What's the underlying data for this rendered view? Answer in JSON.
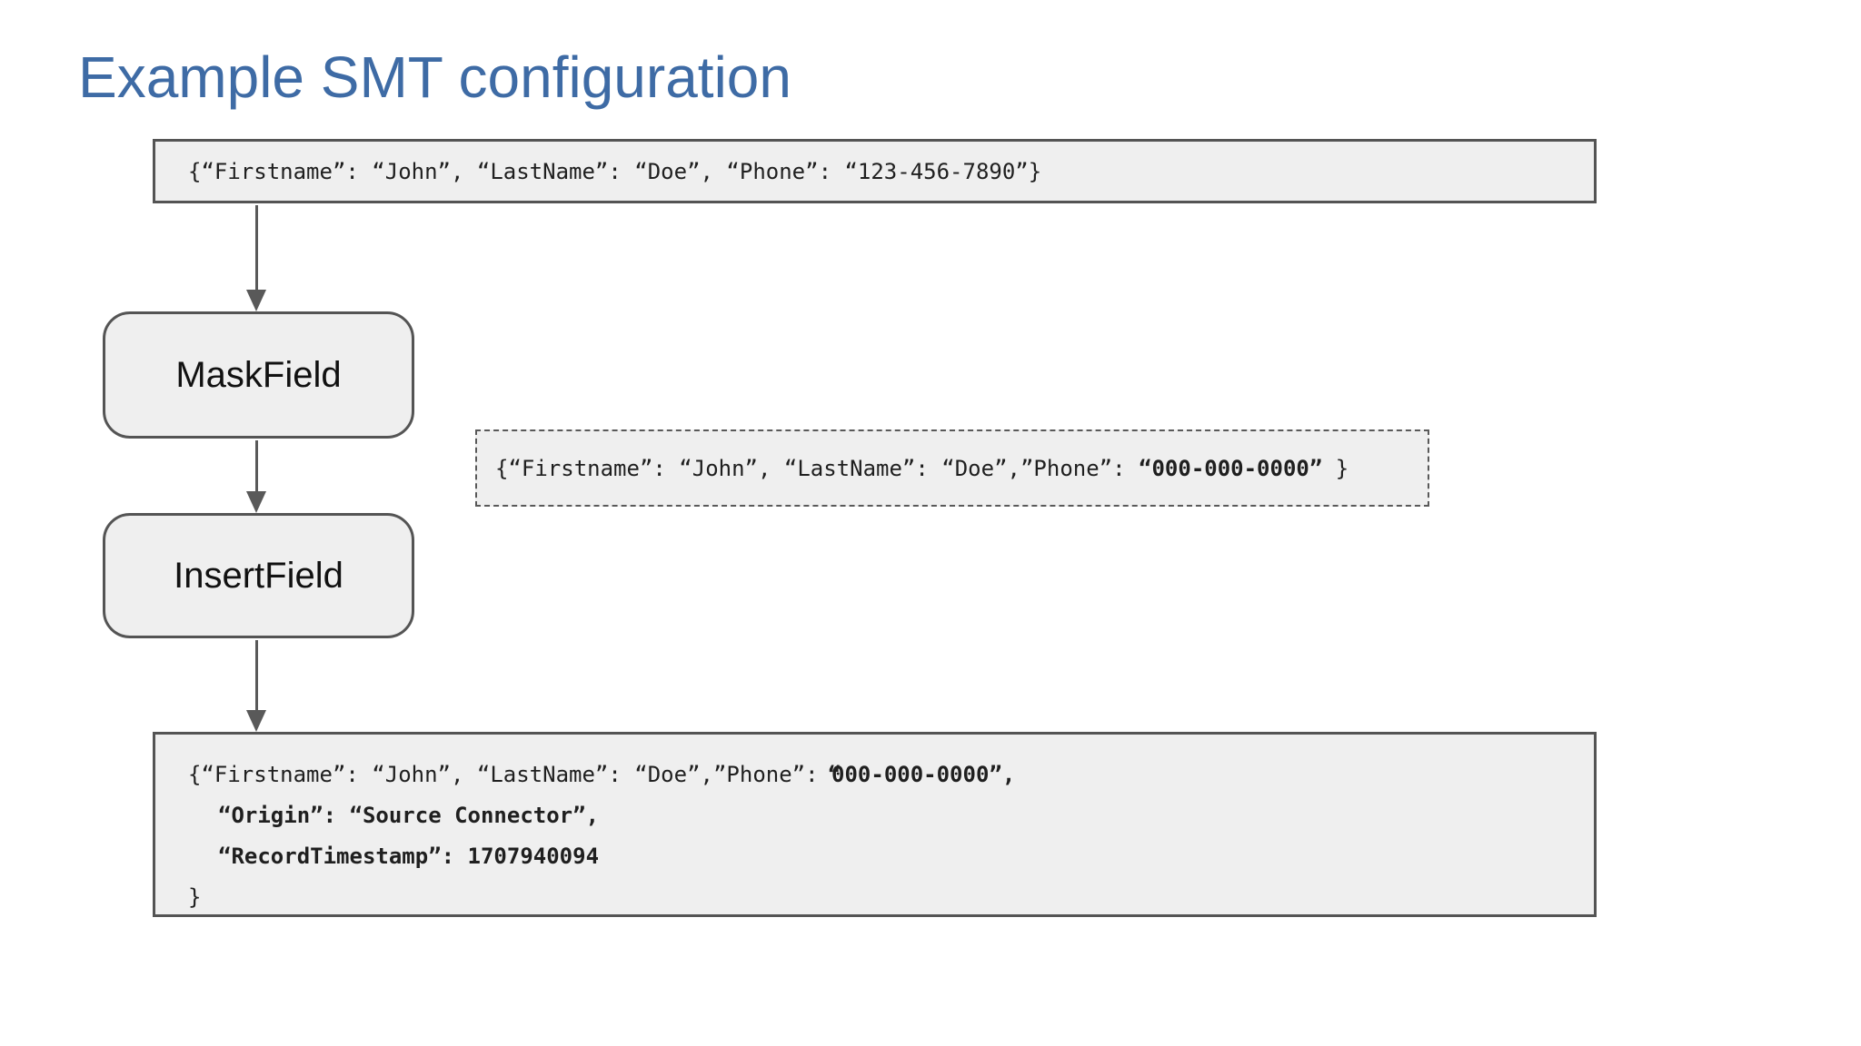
{
  "title": "Example SMT configuration",
  "colors": {
    "title_text": "#3e6ba5",
    "box_fill": "#efefef",
    "box_border": "#545454",
    "arrow": "#595959",
    "code_text": "#1f1f1f"
  },
  "diagram": {
    "input_box": {
      "text": "{“Firstname”: “John”, “LastName”: “Doe”, “Phone”: “123-456-7890”}"
    },
    "steps": [
      {
        "label": "MaskField"
      },
      {
        "label": "InsertField"
      }
    ],
    "masked_box": {
      "prefix": "{“Firstname”: “John”, “LastName”: “Doe”,”Phone”: ",
      "bold": "“000-000-0000”",
      "suffix": " }"
    },
    "output_box": {
      "line1": {
        "prefix": "{“Firstname”: “John”, “LastName”: “Doe”,”Phone”: ",
        "bold_quote": "“",
        "bold_rest": "000-000-0000”,"
      },
      "line2": "“Origin”: “Source Connector”,",
      "line3": "“RecordTimestamp”: 1707940094",
      "line4": "}"
    }
  }
}
